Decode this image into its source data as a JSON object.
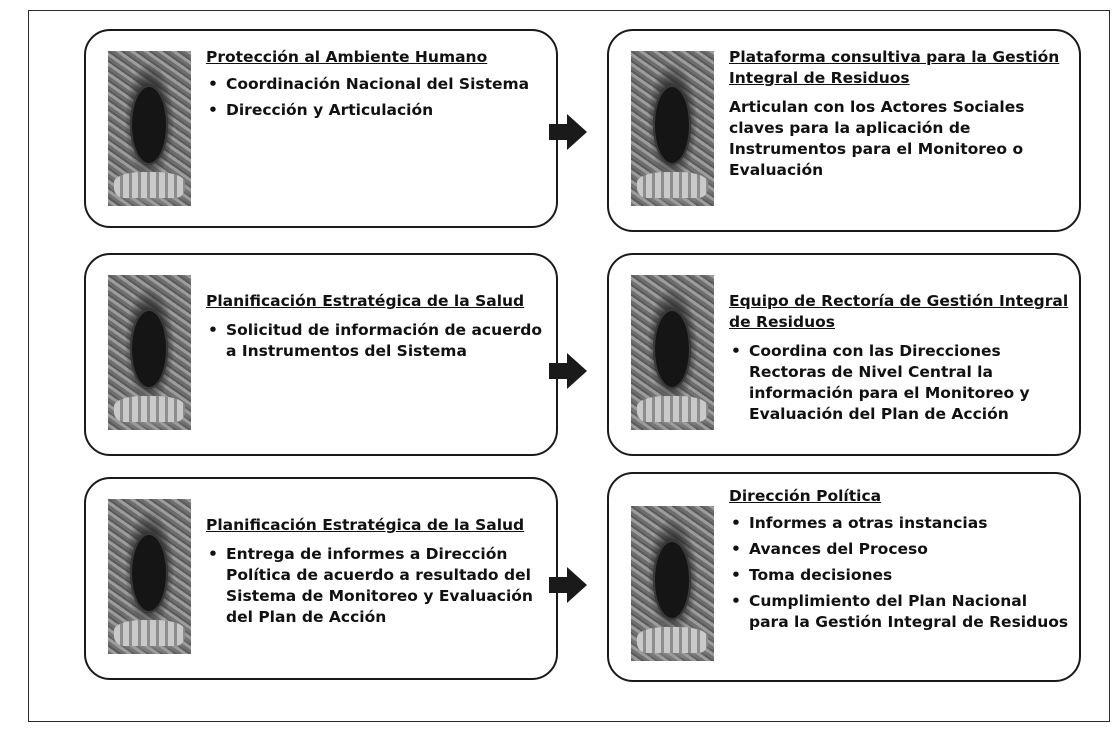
{
  "rows": [
    {
      "left": {
        "title": "Protección al  Ambiente Humano",
        "bullets": [
          "Coordinación Nacional del Sistema",
          "Dirección y Articulación"
        ]
      },
      "right": {
        "title": "Plataforma consultiva para la Gestión Integral de Residuos",
        "text": "Articulan con los Actores Sociales claves para la aplicación de Instrumentos para el Monitoreo o Evaluación"
      }
    },
    {
      "left": {
        "title": "Planificación Estratégica de la Salud",
        "bullets": [
          "Solicitud de información de acuerdo a Instrumentos del Sistema"
        ]
      },
      "right": {
        "title": "Equipo de Rectoría de Gestión Integral de Residuos",
        "bullets": [
          "Coordina con las Direcciones Rectoras de Nivel Central la información para el Monitoreo y Evaluación del Plan de Acción"
        ]
      }
    },
    {
      "left": {
        "title": "Planificación Estratégica de la Salud",
        "bullets": [
          "Entrega de informes a Dirección Política de acuerdo a resultado del Sistema de Monitoreo y Evaluación del Plan de Acción"
        ]
      },
      "right": {
        "title": "Dirección Política",
        "bullets": [
          "Informes a otras instancias",
          "Avances del Proceso",
          "Toma decisiones",
          "Cumplimiento del Plan Nacional para la Gestión Integral de Residuos"
        ]
      }
    }
  ],
  "bullet_char": "•",
  "icons": {
    "photo": "hands-holding-globe-photo",
    "arrow": "right-arrow-icon"
  },
  "colors": {
    "border": "#1a1a1a",
    "text": "#111111",
    "background": "#ffffff"
  }
}
